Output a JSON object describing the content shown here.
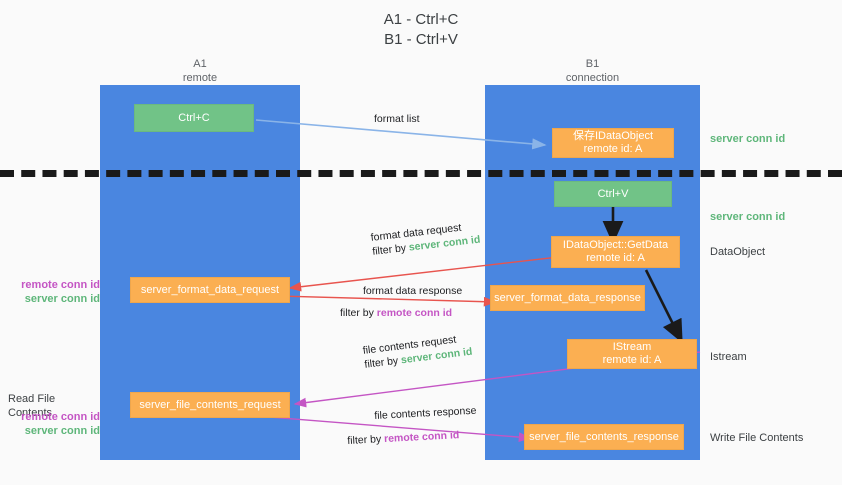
{
  "title": {
    "line1": "A1 - Ctrl+C",
    "line2": "B1 - Ctrl+V"
  },
  "columns": [
    {
      "name": "A1",
      "sub": "remote"
    },
    {
      "name": "B1",
      "sub": "connection"
    }
  ],
  "boxes": {
    "ctrl_c": {
      "label": "Ctrl+C"
    },
    "save_idataobject": {
      "line1": "保存IDataObject",
      "line2": "remote id: A"
    },
    "ctrl_v": {
      "label": "Ctrl+V"
    },
    "getdata": {
      "line1": "IDataObject::GetData",
      "line2": "remote id: A"
    },
    "istream": {
      "line1": "IStream",
      "line2": "remote id: A"
    },
    "server_format_data_request": {
      "label": "server_format_data_request"
    },
    "server_format_data_response": {
      "label": "server_format_data_response"
    },
    "server_file_contents_request": {
      "label": "server_file_contents_request"
    },
    "server_file_contents_response": {
      "label": "server_file_contents_response"
    }
  },
  "right_annotations": {
    "server_conn_id_top": "server conn id",
    "server_conn_id_mid": "server conn id",
    "dataobject": "DataObject",
    "istream": "Istream",
    "write_file_contents": "Write File Contents"
  },
  "left_annotations": {
    "remote_conn_id_1": "remote conn id",
    "server_conn_id_1": "server conn id",
    "read_file_contents": "Read File Contents",
    "remote_conn_id_2": "remote conn id",
    "server_conn_id_2": "server conn id"
  },
  "arrow_labels": {
    "format_list": "format list",
    "format_data_request": "format data request",
    "format_data_request_filter_pre": "filter by ",
    "format_data_request_filter_key": "server conn id",
    "format_data_response": "format data response",
    "format_data_response_filter_pre": "filter by ",
    "format_data_response_filter_key": "remote conn id",
    "file_contents_request": "file contents request",
    "file_contents_request_filter_pre": "filter by ",
    "file_contents_request_filter_key": "server conn id",
    "file_contents_response": "file contents response",
    "file_contents_response_filter_pre": "filter by ",
    "file_contents_response_filter_key": "remote conn id"
  },
  "colors": {
    "lane": "#4a86e0",
    "green_box": "#71c387",
    "orange_box": "#fbaf52",
    "server_conn_id": "#5eb67a",
    "remote_conn_id": "#c455c4",
    "light_arrow": "#8ab4e8",
    "red_arrow": "#e8544e",
    "magenta_arrow": "#c455c4",
    "black_arrow": "#1a1a1a",
    "background": "#fafafa"
  }
}
